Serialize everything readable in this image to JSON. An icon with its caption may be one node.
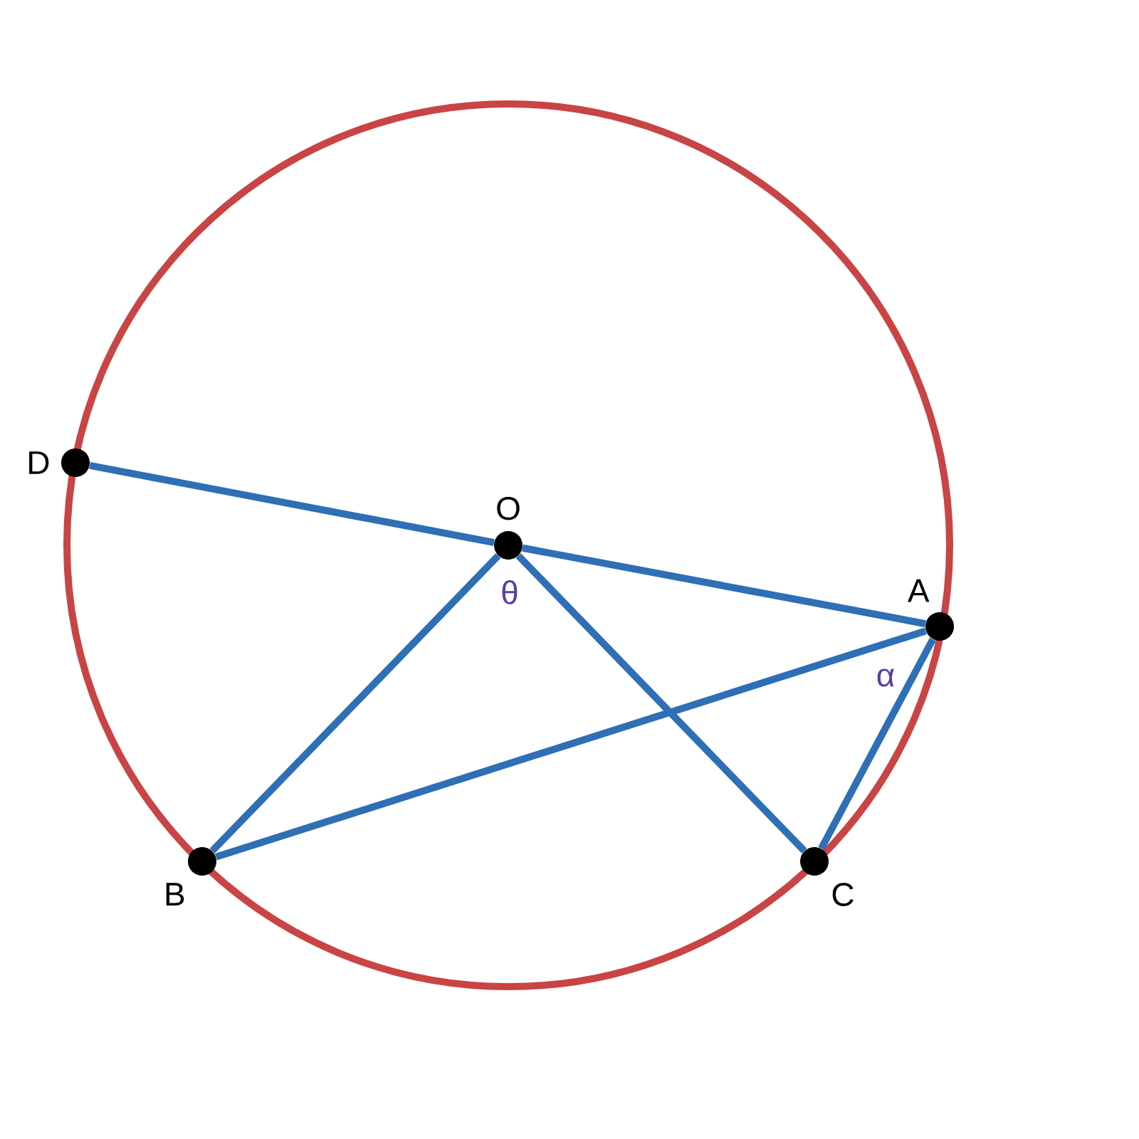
{
  "diagram": {
    "nodes": [
      {
        "text": [
          "D"
        ]
      },
      {
        "text": [
          "O"
        ]
      },
      {
        "text": [
          "A"
        ]
      },
      {
        "text": [
          "B"
        ]
      },
      {
        "text": [
          "C"
        ]
      }
    ],
    "edges": [
      {
        "from": 0,
        "to": 1,
        "arrow": "none"
      },
      {
        "from": 1,
        "to": 2,
        "arrow": "none"
      },
      {
        "from": 1,
        "to": 3,
        "arrow": "none"
      },
      {
        "from": 1,
        "to": 4,
        "arrow": "none"
      },
      {
        "from": 3,
        "to": 2,
        "arrow": "none"
      },
      {
        "from": 2,
        "to": 4,
        "arrow": "none"
      }
    ],
    "labels": [
      "θ",
      "α"
    ]
  }
}
